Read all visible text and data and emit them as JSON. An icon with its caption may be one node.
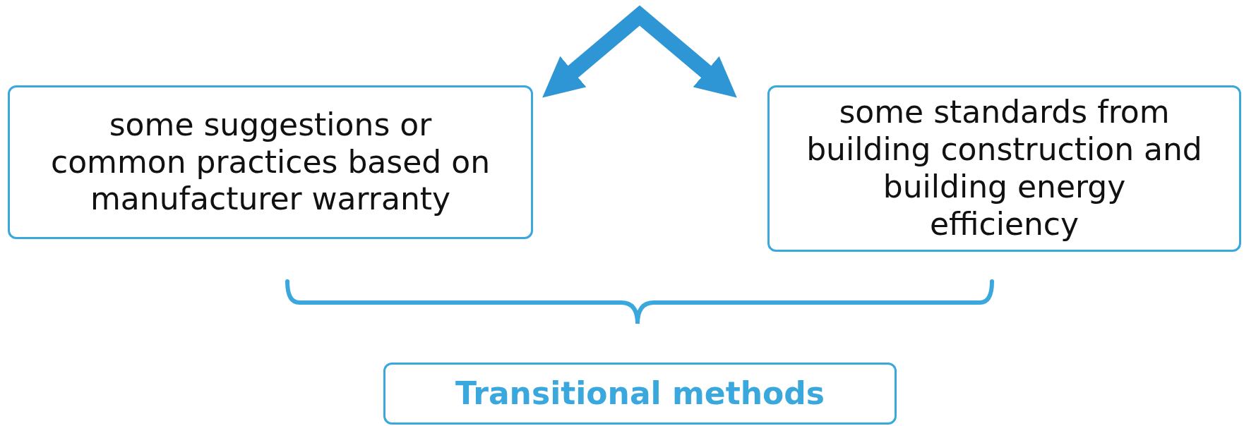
{
  "diagram": {
    "nodes": [
      {
        "text": [
          "some suggestions or common practices based on manufacturer warranty"
        ]
      },
      {
        "text": [
          "some standards from building construction and building energy efficiency"
        ]
      },
      {
        "text": [
          "Transitional methods"
        ]
      }
    ],
    "edges": [
      {
        "from": 0,
        "to": 1,
        "arrow": "both"
      }
    ]
  }
}
